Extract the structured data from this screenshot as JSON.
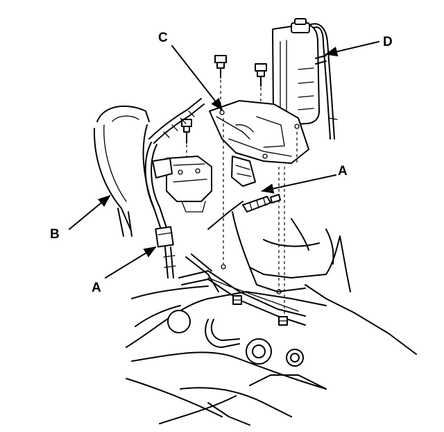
{
  "callouts": {
    "a_upper": "A",
    "a_lower": "A",
    "b": "B",
    "c": "C",
    "d": "D"
  }
}
